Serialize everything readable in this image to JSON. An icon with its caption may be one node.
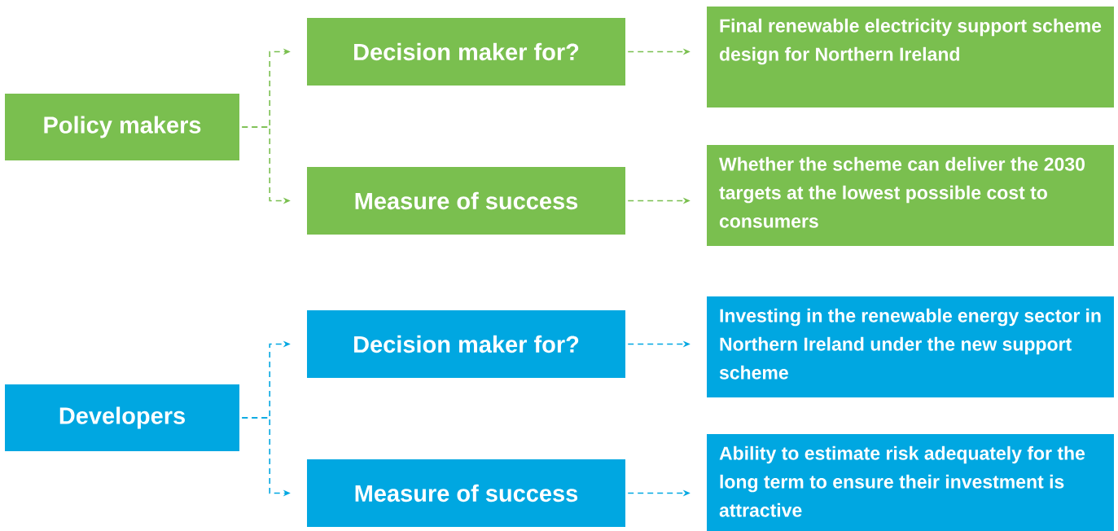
{
  "diagram": {
    "nodes": [
      {
        "text": [
          "Policy makers"
        ]
      },
      {
        "text": [
          "Decision maker for?"
        ]
      },
      {
        "text": [
          "Final renewable electricity support scheme design for Northern Ireland"
        ]
      },
      {
        "text": [
          "Measure of success"
        ]
      },
      {
        "text": [
          "Whether the scheme can deliver the 2030 targets at the lowest possible cost to consumers"
        ]
      },
      {
        "text": [
          "Developers"
        ]
      },
      {
        "text": [
          "Decision maker for?"
        ]
      },
      {
        "text": [
          "Investing in the renewable energy sector in Northern Ireland under the new support scheme"
        ]
      },
      {
        "text": [
          "Measure of success"
        ]
      },
      {
        "text": [
          "Ability to estimate risk adequately for the long term to ensure their investment is attractive"
        ]
      }
    ],
    "edges": [
      {
        "from": 0,
        "to": 1,
        "arrow": "to",
        "style": "dashed",
        "color": "#7abf4f"
      },
      {
        "from": 0,
        "to": 3,
        "arrow": "to",
        "style": "dashed",
        "color": "#7abf4f"
      },
      {
        "from": 1,
        "to": 2,
        "arrow": "to",
        "style": "dashed",
        "color": "#7abf4f"
      },
      {
        "from": 3,
        "to": 4,
        "arrow": "to",
        "style": "dashed",
        "color": "#7abf4f"
      },
      {
        "from": 5,
        "to": 6,
        "arrow": "to",
        "style": "dashed",
        "color": "#00a7e1"
      },
      {
        "from": 5,
        "to": 8,
        "arrow": "to",
        "style": "dashed",
        "color": "#00a7e1"
      },
      {
        "from": 6,
        "to": 7,
        "arrow": "to",
        "style": "dashed",
        "color": "#00a7e1"
      },
      {
        "from": 8,
        "to": 9,
        "arrow": "to",
        "style": "dashed",
        "color": "#00a7e1"
      }
    ]
  }
}
